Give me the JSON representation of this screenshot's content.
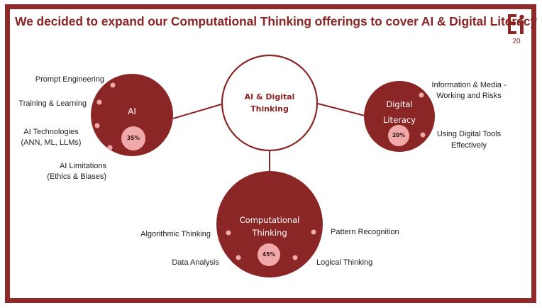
{
  "slide": {
    "title": "We decided to expand our Computational Thinking offerings to cover AI & Digital Literacy",
    "page_number": "20",
    "logo": "ei-logo-icon"
  },
  "colors": {
    "brand": "#8B2626",
    "border": "#8E2A2A",
    "accent_light": "#F0A8A8",
    "text": "#222222"
  },
  "center": {
    "label_line1": "AI & Digital",
    "label_line2": "Thinking"
  },
  "nodes": {
    "ai": {
      "label": "AI",
      "share": "35%",
      "share_value": 35,
      "topics": [
        {
          "line1": "Prompt Engineering",
          "line2": ""
        },
        {
          "line1": "Training & Learning",
          "line2": ""
        },
        {
          "line1": "AI Technologies",
          "line2": "(ANN, ML, LLMs)"
        },
        {
          "line1": "AI Limitations",
          "line2": "(Ethics & Biases)"
        }
      ]
    },
    "digital": {
      "label_line1": "Digital",
      "label_line2": "Literacy",
      "share": "20%",
      "share_value": 20,
      "topics": [
        {
          "line1": "Information & Media  -",
          "line2": "Working and Risks"
        },
        {
          "line1": "Using Digital Tools",
          "line2": "Effectively"
        }
      ]
    },
    "computational": {
      "label_line1": "Computational",
      "label_line2": "Thinking",
      "share": "45%",
      "share_value": 45,
      "topics": [
        {
          "line1": "Algorithmic Thinking"
        },
        {
          "line1": "Data Analysis"
        },
        {
          "line1": "Pattern Recognition"
        },
        {
          "line1": "Logical Thinking"
        }
      ]
    }
  }
}
